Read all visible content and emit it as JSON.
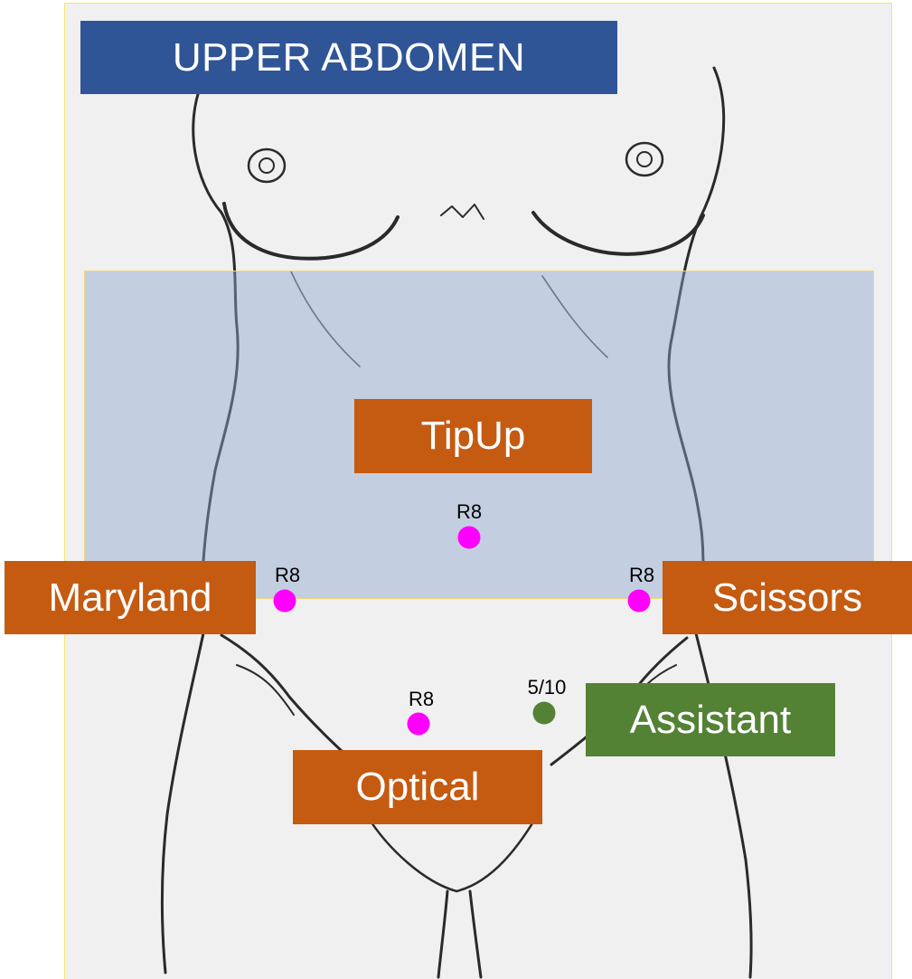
{
  "title": "UPPER ABDOMEN",
  "colors": {
    "title_bg": "#2f5597",
    "instrument_bg": "#c55a11",
    "assistant_bg": "#548235",
    "port_robotic": "#ff00ff",
    "port_assistant": "#548235",
    "region_fill": "#8ca3cc"
  },
  "instruments": {
    "tipup": "TipUp",
    "maryland": "Maryland",
    "scissors": "Scissors",
    "optical": "Optical",
    "assistant": "Assistant"
  },
  "ports": {
    "top": "R8",
    "left": "R8",
    "right": "R8",
    "optical": "R8",
    "assistant": "5/10"
  }
}
